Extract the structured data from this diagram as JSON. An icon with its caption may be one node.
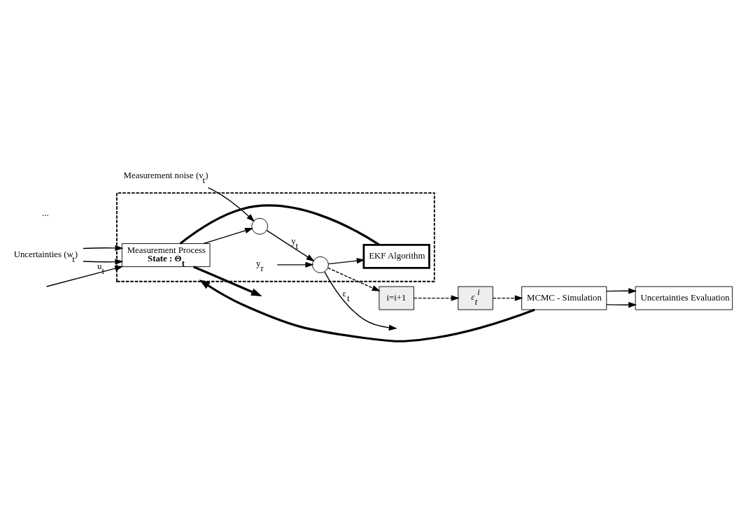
{
  "diagram": {
    "nodes": [
      {
        "text": [],
        "shape": "box"
      },
      {
        "text": [
          "Uncertainties (w$_{t}$)"
        ]
      },
      {
        "text": [
          "Measurement noise (v$_{t}$)"
        ]
      },
      {
        "text": [
          "Measurement Process",
          "State : Θ$_{t}$"
        ],
        "in": 0
      },
      {
        "text": [],
        "shape": "circle",
        "in": 0
      },
      {
        "text": [
          "y$_{r}$"
        ],
        "in": 0
      },
      {
        "text": [],
        "shape": "circle",
        "in": 0
      },
      {
        "text": [
          "i=i+1"
        ]
      },
      {
        "text": [
          "ε$_{t}$$^{i}$"
        ]
      },
      {
        "text": [
          "EKF Algorithm"
        ],
        "in": 0
      },
      {
        "text": [
          "MCMC - Simulation"
        ]
      },
      {
        "text": [
          "Uncertainties Evaluation"
        ]
      }
    ],
    "edges": [
      {
        "from": null,
        "to": 3,
        "arrow": "to",
        "label": "u$_{t}$"
      },
      {
        "from": 1,
        "to": 3,
        "arrow": "to"
      },
      {
        "from": 1,
        "to": 3,
        "arrow": "to"
      },
      {
        "from": 3,
        "to": null,
        "arrow": "to",
        "style": "thick"
      },
      {
        "from": 2,
        "to": 4,
        "arrow": "to"
      },
      {
        "from": 3,
        "to": 4,
        "arrow": "to"
      },
      {
        "from": 4,
        "to": 6,
        "arrow": "to",
        "label": "y$_{t}$"
      },
      {
        "from": 5,
        "to": 6,
        "arrow": "to"
      },
      {
        "from": 6,
        "to": null,
        "arrow": "to",
        "label": "ε$_{t}$"
      },
      {
        "from": 6,
        "to": 9,
        "arrow": "to"
      },
      {
        "from": 9,
        "to": 3,
        "arrow": "none",
        "style": "thick"
      },
      {
        "from": 6,
        "to": 7,
        "arrow": "to",
        "style": "dashed"
      },
      {
        "from": 7,
        "to": 8,
        "arrow": "to",
        "style": "dashed"
      },
      {
        "from": 8,
        "to": 10,
        "arrow": "to",
        "style": "dashed"
      },
      {
        "from": 10,
        "to": 0,
        "arrow": "to",
        "style": "thick"
      },
      {
        "from": 10,
        "to": 11,
        "arrow": "to"
      },
      {
        "from": 10,
        "to": 11,
        "arrow": "to"
      }
    ],
    "labels": [
      "..."
    ]
  }
}
